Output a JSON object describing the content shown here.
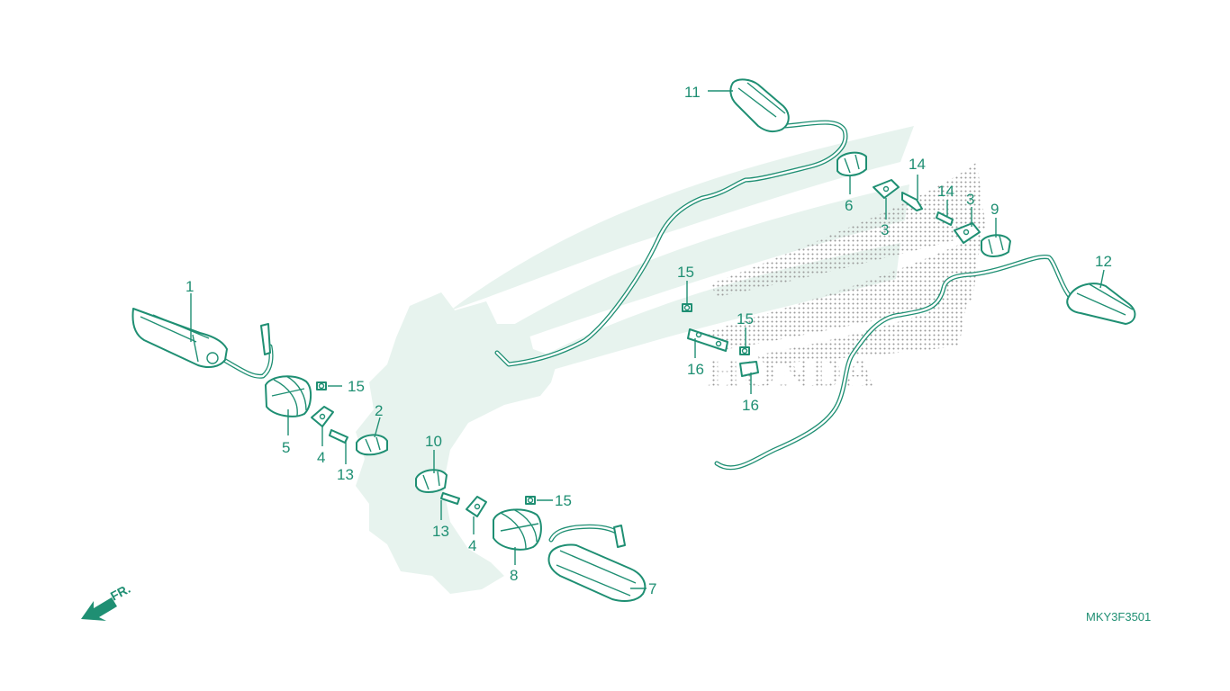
{
  "diagram": {
    "drawing_code": "MKY3F3501",
    "front_marker": "FR.",
    "watermark": {
      "brand_text": "HONDA",
      "icon": "honda-wing-logo"
    },
    "colors": {
      "line": "#1f8f73",
      "watermark": "#e7f3ee",
      "dots": "#9a9a9a"
    },
    "callouts": [
      {
        "id": "c1",
        "number": "1"
      },
      {
        "id": "c2",
        "number": "2"
      },
      {
        "id": "c3a",
        "number": "3"
      },
      {
        "id": "c3b",
        "number": "3"
      },
      {
        "id": "c4a",
        "number": "4"
      },
      {
        "id": "c4b",
        "number": "4"
      },
      {
        "id": "c5",
        "number": "5"
      },
      {
        "id": "c6",
        "number": "6"
      },
      {
        "id": "c7",
        "number": "7"
      },
      {
        "id": "c8",
        "number": "8"
      },
      {
        "id": "c9",
        "number": "9"
      },
      {
        "id": "c10",
        "number": "10"
      },
      {
        "id": "c11",
        "number": "11"
      },
      {
        "id": "c12",
        "number": "12"
      },
      {
        "id": "c13a",
        "number": "13"
      },
      {
        "id": "c13b",
        "number": "13"
      },
      {
        "id": "c14a",
        "number": "14"
      },
      {
        "id": "c14b",
        "number": "14"
      },
      {
        "id": "c15a",
        "number": "15"
      },
      {
        "id": "c15b",
        "number": "15"
      },
      {
        "id": "c15c",
        "number": "15"
      },
      {
        "id": "c15d",
        "number": "15"
      },
      {
        "id": "c16a",
        "number": "16"
      },
      {
        "id": "c16b",
        "number": "16"
      }
    ]
  }
}
